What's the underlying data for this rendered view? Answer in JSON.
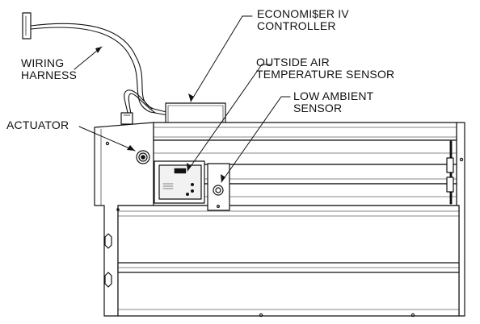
{
  "callouts": {
    "economizer_controller": [
      "ECONOMI$ER IV",
      "CONTROLLER"
    ],
    "wiring_harness": [
      "WIRING",
      "HARNESS"
    ],
    "outside_air_sensor": [
      "OUTSIDE AIR",
      "TEMPERATURE SENSOR"
    ],
    "low_ambient_sensor": [
      "LOW AMBIENT",
      "SENSOR"
    ],
    "actuator": "ACTUATOR"
  },
  "colors": {
    "line": "#111111",
    "background": "#ffffff",
    "module_fill": "#f2f2f2"
  }
}
